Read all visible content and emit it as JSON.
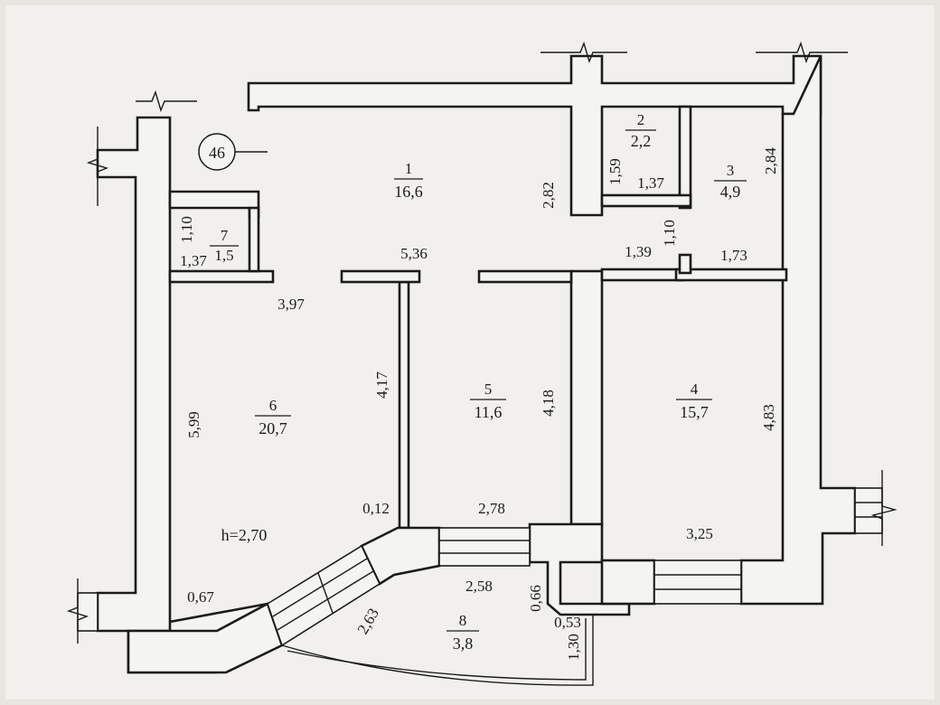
{
  "apartment_number": "46",
  "ceiling_height": "h=2,70",
  "rooms": [
    {
      "number": "1",
      "area": "16,6"
    },
    {
      "number": "2",
      "area": "2,2"
    },
    {
      "number": "3",
      "area": "4,9"
    },
    {
      "number": "4",
      "area": "15,7"
    },
    {
      "number": "5",
      "area": "11,6"
    },
    {
      "number": "6",
      "area": "20,7"
    },
    {
      "number": "7",
      "area": "1,5"
    },
    {
      "number": "8",
      "area": "3,8"
    }
  ],
  "dimensions": {
    "r1_height": "2,82",
    "r1_width": "5,36",
    "r2_height": "1,59",
    "r2_width": "1,37",
    "r3_height": "2,84",
    "r3_width": "1,73",
    "hall_height": "1,10",
    "hall_width": "1,39",
    "r7_height": "1,10",
    "r7_width": "1,37",
    "r6_width": "3,97",
    "r6_height": "5,99",
    "r6_partition": "4,17",
    "r5_height": "4,18",
    "r5_width": "2,78",
    "r4_height": "4,83",
    "r4_width": "3,25",
    "wall_offset": "0,12",
    "balcony_corner": "0,67",
    "balcony_width": "2,58",
    "balcony_diag": "2,63",
    "balcony_step": "0,66",
    "balcony_edge": "0,53",
    "balcony_depth": "1,30"
  },
  "colors": {
    "paper": "#f4f4f2",
    "line": "#1b1b1b",
    "background": "#d6d5d0"
  }
}
